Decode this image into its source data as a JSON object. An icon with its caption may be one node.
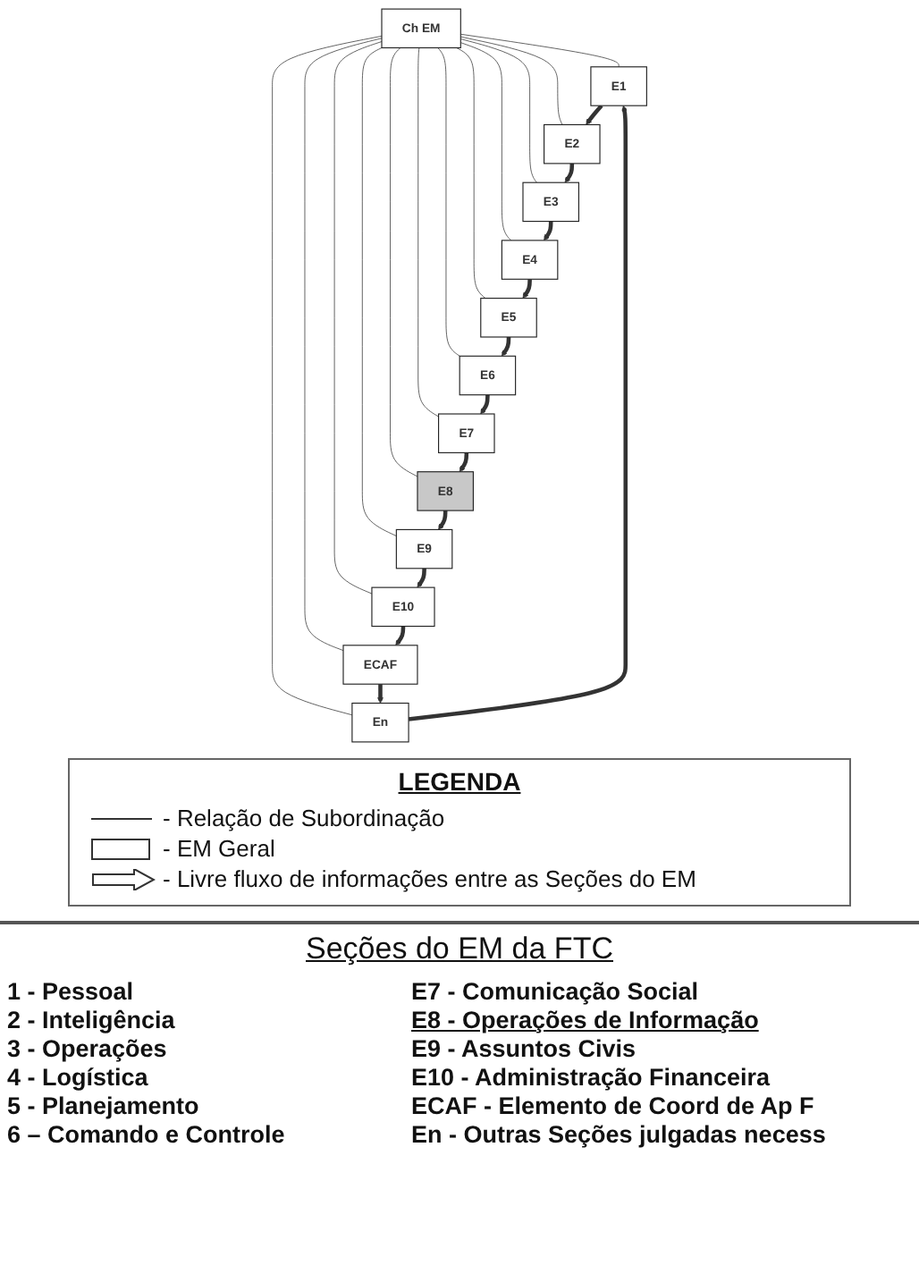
{
  "diagram": {
    "nodes": [
      {
        "text": [
          "Ch EM"
        ]
      },
      {
        "text": [
          "E1"
        ]
      },
      {
        "text": [
          "E2"
        ]
      },
      {
        "text": [
          "E3"
        ]
      },
      {
        "text": [
          "E4"
        ]
      },
      {
        "text": [
          "E5"
        ]
      },
      {
        "text": [
          "E6"
        ]
      },
      {
        "text": [
          "E7"
        ]
      },
      {
        "text": [
          "E8"
        ]
      },
      {
        "text": [
          "E9"
        ]
      },
      {
        "text": [
          "E10"
        ]
      },
      {
        "text": [
          "ECAF"
        ]
      },
      {
        "text": [
          "En"
        ]
      }
    ],
    "edges": [
      {
        "from": 0,
        "to": 1,
        "arrow": "none"
      },
      {
        "from": 0,
        "to": 2,
        "arrow": "none"
      },
      {
        "from": 0,
        "to": 3,
        "arrow": "none"
      },
      {
        "from": 0,
        "to": 4,
        "arrow": "none"
      },
      {
        "from": 0,
        "to": 5,
        "arrow": "none"
      },
      {
        "from": 0,
        "to": 6,
        "arrow": "none"
      },
      {
        "from": 0,
        "to": 7,
        "arrow": "none"
      },
      {
        "from": 0,
        "to": 8,
        "arrow": "none"
      },
      {
        "from": 0,
        "to": 9,
        "arrow": "none"
      },
      {
        "from": 0,
        "to": 10,
        "arrow": "none"
      },
      {
        "from": 0,
        "to": 11,
        "arrow": "none"
      },
      {
        "from": 0,
        "to": 12,
        "arrow": "none"
      },
      {
        "from": 12,
        "to": 1,
        "arrow": "to",
        "style": "thick"
      },
      {
        "from": 1,
        "to": 2,
        "arrow": "to",
        "style": "thick"
      },
      {
        "from": 2,
        "to": 3,
        "arrow": "to",
        "style": "thick"
      },
      {
        "from": 3,
        "to": 4,
        "arrow": "to",
        "style": "thick"
      },
      {
        "from": 4,
        "to": 5,
        "arrow": "to",
        "style": "thick"
      },
      {
        "from": 5,
        "to": 6,
        "arrow": "to",
        "style": "thick"
      },
      {
        "from": 6,
        "to": 7,
        "arrow": "to",
        "style": "thick"
      },
      {
        "from": 7,
        "to": 8,
        "arrow": "to",
        "style": "thick"
      },
      {
        "from": 8,
        "to": 9,
        "arrow": "to",
        "style": "thick"
      },
      {
        "from": 9,
        "to": 10,
        "arrow": "to",
        "style": "thick"
      },
      {
        "from": 10,
        "to": 11,
        "arrow": "to",
        "style": "thick"
      },
      {
        "from": 11,
        "to": 12,
        "arrow": "to",
        "style": "thick"
      }
    ],
    "labels": [
      "LEGENDA",
      "Seções do EM da FTC",
      "1 - Pessoal",
      "E7 - Comunicação Social",
      "2 - Inteligência",
      "E8 - Operações de Informação",
      "3 - Operações",
      "E9 - Assuntos Civis",
      "4 - Logística",
      "E10 - Administração Financeira",
      "5 - Planejamento",
      "ECAF - Elemento de Coord de Ap F",
      "6 – Comando e Controle",
      "En - Outras Seções julgadas necess"
    ],
    "legend": [
      {
        "text": "- Relação de Subordinação"
      },
      {
        "text": "- EM Geral"
      },
      {
        "text": "- Livre fluxo de informações entre as Seções do EM"
      }
    ]
  }
}
